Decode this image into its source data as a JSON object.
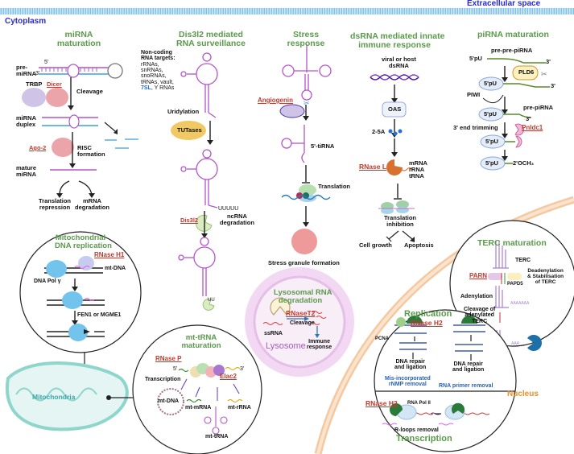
{
  "regions": {
    "extracellular": "Extracellular space",
    "cytoplasm": "Cytoplasm",
    "nucleus": "Nucleus",
    "mitochondria": "Mitochondria",
    "lysosome": "Lysosome"
  },
  "colors": {
    "title_green": "#5a9a4a",
    "enzyme_red": "#c0392b",
    "region_blue": "#2a2ad0",
    "nucleus_orange": "#e8902a",
    "mito_teal": "#3aa6a8",
    "rna_pink": "#b455c8",
    "rna_blue": "#3ca0d8",
    "lysosome_purple": "#a45cc0"
  },
  "mirna": {
    "title": "miRNA\nmaturation",
    "title_l1": "miRNA",
    "title_l2": "maturation",
    "pre_mirna_l1": "pre-",
    "pre_mirna_l2": "miRNA",
    "five": "5'",
    "three": "3'",
    "trbp": "TRBP",
    "dicer": "Dicer",
    "cleavage": "Cleavage",
    "duplex_l1": "miRNA",
    "duplex_l2": "duplex",
    "ago2": "Ago-2",
    "risc_l1": "RISC",
    "risc_l2": "formation",
    "mature_l1": "mature",
    "mature_l2": "miRNA",
    "out1_l1": "Translation",
    "out1_l2": "repression",
    "out2_l1": "mRNA",
    "out2_l2": "degradation"
  },
  "dis3l2": {
    "title_l1": "Dis3l2 mediated",
    "title_l2": "RNA surveillance",
    "targets_head_l1": "Non-coding",
    "targets_head_l2": "RNA targets:",
    "targets": [
      "rRNAs,",
      "snRNAs,",
      "snoRNAs,",
      "tRNAs, vault,"
    ],
    "target_7sl": "7SL",
    "target_last": ", Y RNAs",
    "uridylation": "Uridylation",
    "tutases": "TUTases",
    "uuuuu": "UUUUU",
    "enzyme": "Dis3l2",
    "deg_l1": "ncRNA",
    "deg_l2": "degradation",
    "uu": "UU"
  },
  "stress": {
    "title_l1": "Stress",
    "title_l2": "response",
    "enzyme": "Angiogenin",
    "tirna": "5'-tiRNA",
    "translation": "Translation",
    "granule": "Stress granule formation"
  },
  "dsrna": {
    "title_l1": "dsRNA mediated innate",
    "title_l2": "immune response",
    "source_l1": "viral or host",
    "source_l2": "dsRNA",
    "oas": "OAS",
    "two5a": "2-5A",
    "enzyme": "RNase L",
    "targets": [
      "mRNA",
      "rRNA",
      "tRNA"
    ],
    "inhib_l1": "Translation",
    "inhib_l2": "inhibition",
    "cell_growth": "Cell growth",
    "apoptosis": "Apoptosis"
  },
  "pirna": {
    "title": "piRNA maturation",
    "prepre": "pre-pre-piRNA",
    "five_pu": "5'pU",
    "three": "3'",
    "pld6": "PLD6",
    "piwi": "PIWI",
    "pre_pirna": "pre-piRNA",
    "trimming": "3' end trimming",
    "enzyme": "Pnldc1",
    "och3": "2'OCH₃"
  },
  "mito_rep": {
    "title_l1": "Mitochondrial",
    "title_l2": "DNA replication",
    "enzyme": "RNase H1",
    "mtdna": "mt-DNA",
    "polg": "DNA Pol γ",
    "fen1": "FEN1 or MGME1"
  },
  "mt_trna": {
    "title_l1": "mt-tRNA",
    "title_l2": "maturation",
    "rnase_p": "RNase P",
    "elac2": "Elac2",
    "transcription": "Transcription",
    "mtdna": "mt-DNA",
    "mtmrna": "mt-mRNA",
    "mtrrna": "mt-rRNA",
    "mttrna": "mt-tRNA",
    "five": "5'",
    "three": "3'"
  },
  "lysosomal": {
    "title_l1": "Lysosomal RNA",
    "title_l2": "degradation",
    "enzyme": "RNaseT2",
    "cleavage": "Cleavage",
    "ssrna": "ssRNA",
    "immune_l1": "Immune",
    "immune_l2": "response"
  },
  "terc": {
    "title": "TERC maturation",
    "terc": "TERC",
    "parn": "PARN",
    "papd5": "PAPD5",
    "deaden_l1": "Deadenylation",
    "deaden_l2": "& Stabilisation",
    "deaden_l3": "of TERC",
    "adenylation": "Adenylation",
    "cleav_l1": "Cleavage of",
    "cleav_l2": "adenylated",
    "cleav_l3": "TERC",
    "polyA": "AAAAAAA",
    "aaa": "AAA"
  },
  "replication": {
    "title": "Replication",
    "enzyme": "RNase H2",
    "pcna": "PCNA",
    "repair1_l1": "DNA repair",
    "repair1_l2": "and ligation",
    "repair2_l1": "DNA repair",
    "repair2_l2": "and ligation",
    "rnmp_l1": "Mis-incorporated",
    "rnmp_l2": "rNMP removal",
    "primer": "RNA primer removal"
  },
  "transcription": {
    "enzyme": "RNase H2",
    "polii": "RNA Pol II",
    "rloops": "R-loops removal",
    "title": "Transcription"
  }
}
